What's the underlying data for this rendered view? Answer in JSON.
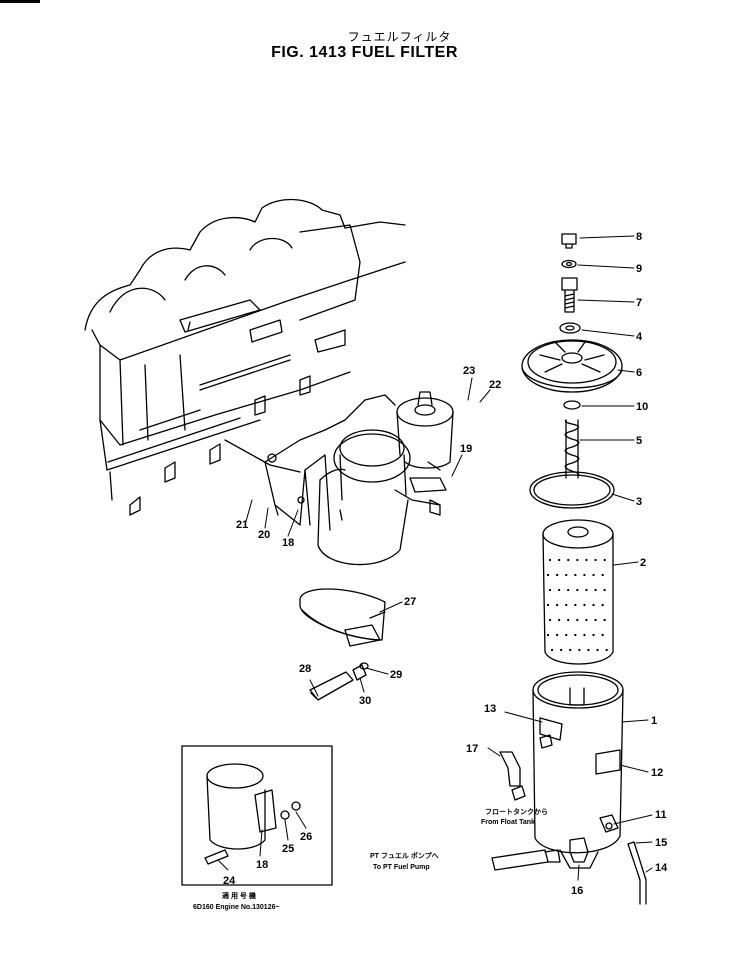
{
  "header": {
    "title_jp": "フュエルフィルタ",
    "title_en": "FIG. 1413  FUEL FILTER"
  },
  "callouts": [
    {
      "id": "c8",
      "label": "8"
    },
    {
      "id": "c9",
      "label": "9"
    },
    {
      "id": "c7",
      "label": "7"
    },
    {
      "id": "c4",
      "label": "4"
    },
    {
      "id": "c6",
      "label": "6"
    },
    {
      "id": "c10",
      "label": "10"
    },
    {
      "id": "c5",
      "label": "5"
    },
    {
      "id": "c3",
      "label": "3"
    },
    {
      "id": "c2",
      "label": "2"
    },
    {
      "id": "c1",
      "label": "1"
    },
    {
      "id": "c12",
      "label": "12"
    },
    {
      "id": "c13",
      "label": "13"
    },
    {
      "id": "c17",
      "label": "17"
    },
    {
      "id": "c11",
      "label": "11"
    },
    {
      "id": "c15",
      "label": "15"
    },
    {
      "id": "c14",
      "label": "14"
    },
    {
      "id": "c16",
      "label": "16"
    },
    {
      "id": "c23",
      "label": "23"
    },
    {
      "id": "c22",
      "label": "22"
    },
    {
      "id": "c19",
      "label": "19"
    },
    {
      "id": "c21",
      "label": "21"
    },
    {
      "id": "c20",
      "label": "20"
    },
    {
      "id": "c18",
      "label": "18"
    },
    {
      "id": "c27",
      "label": "27"
    },
    {
      "id": "c28",
      "label": "28"
    },
    {
      "id": "c29",
      "label": "29"
    },
    {
      "id": "c30",
      "label": "30"
    },
    {
      "id": "c24",
      "label": "24"
    },
    {
      "id": "c18b",
      "label": "18"
    },
    {
      "id": "c25",
      "label": "25"
    },
    {
      "id": "c26",
      "label": "26"
    }
  ],
  "notes": {
    "from_float_tank_jp": "フロートタンクから",
    "from_float_tank_en": "From Float Tank",
    "to_pt_pump_jp": "PT フュエル  ポンプへ",
    "to_pt_pump_en": "To PT Fuel Pump",
    "inset_jp": "適 用 号 機",
    "inset_en": "6D160  Engine  No.130126~"
  }
}
